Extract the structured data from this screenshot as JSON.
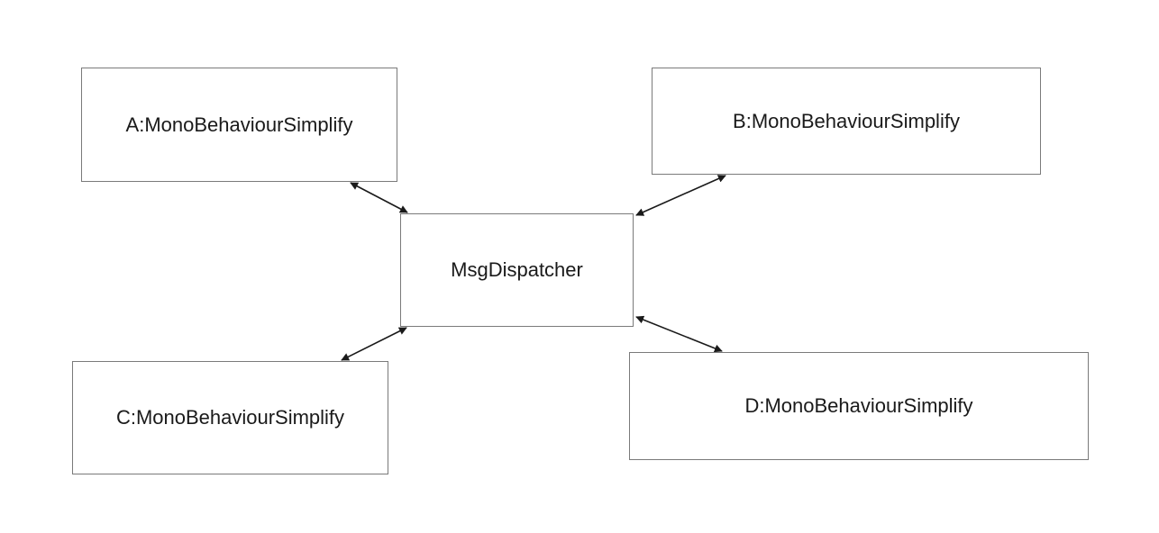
{
  "diagram": {
    "nodes": {
      "a": {
        "label": "A:MonoBehaviourSimplify"
      },
      "b": {
        "label": "B:MonoBehaviourSimplify"
      },
      "center": {
        "label": "MsgDispatcher"
      },
      "c": {
        "label": "C:MonoBehaviourSimplify"
      },
      "d": {
        "label": "D:MonoBehaviourSimplify"
      }
    },
    "edges": [
      {
        "from": "a",
        "to": "center",
        "style": "bidirectional"
      },
      {
        "from": "b",
        "to": "center",
        "style": "bidirectional"
      },
      {
        "from": "c",
        "to": "center",
        "style": "bidirectional"
      },
      {
        "from": "d",
        "to": "center",
        "style": "bidirectional"
      }
    ],
    "colors": {
      "line": "#1a1a1a",
      "border": "#7a7a7a",
      "background": "#ffffff"
    }
  }
}
